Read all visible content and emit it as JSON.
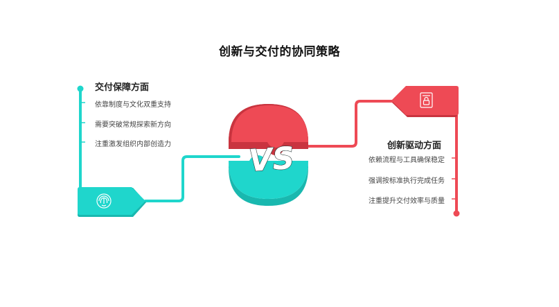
{
  "title": "创新与交付的协同策略",
  "vs_label": "VS",
  "colors": {
    "teal": "#1fd6cc",
    "teal_dark": "#19b8af",
    "red": "#ee4a55",
    "red_dark": "#c9343f"
  },
  "left": {
    "heading": "交付保障方面",
    "icon": "fingerprint-icon",
    "items": [
      "依靠制度与文化双重支持",
      "需要突破常规探索新方向",
      "注重激发组织内部创造力"
    ]
  },
  "right": {
    "heading": "创新驱动方面",
    "icon": "document-lock-icon",
    "items": [
      "依赖流程与工具确保稳定",
      "强调按标准执行完成任务",
      "注重提升交付效率与质量"
    ]
  }
}
